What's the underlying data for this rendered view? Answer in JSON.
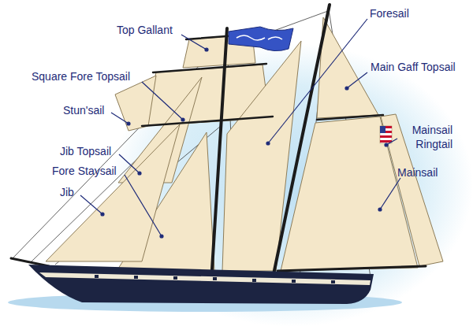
{
  "diagram": {
    "labels": [
      "Top Gallant",
      "Square Fore Topsail",
      "Stun'sail",
      "Jib Topsail",
      "Fore Staysail",
      "Jib",
      "Foresail",
      "Main Gaff Topsail",
      "Mainsail Ringtail",
      "Mainsail"
    ]
  }
}
